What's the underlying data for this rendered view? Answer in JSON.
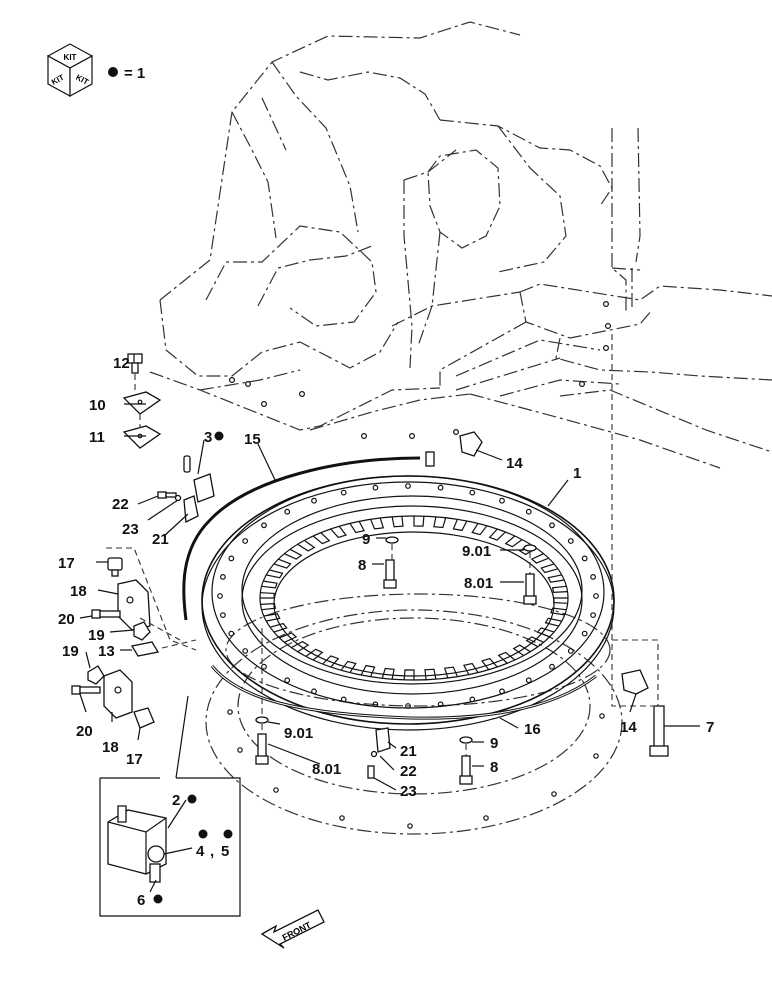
{
  "legend": {
    "kit_top": "KIT",
    "kit_left": "KIT",
    "kit_right": "KIT",
    "eq": "= 1"
  },
  "callouts": {
    "c1": "1",
    "c2": "2",
    "c3": "3",
    "c4": "4",
    "c5": "5",
    "c6": "6",
    "c7": "7",
    "c8a": "8",
    "c8b": "8",
    "c801a": "8.01",
    "c801b": "8.01",
    "c9a": "9",
    "c9b": "9",
    "c901a": "9.01",
    "c901b": "9.01",
    "c10": "10",
    "c11": "11",
    "c12": "12",
    "c13": "13",
    "c14a": "14",
    "c14b": "14",
    "c15": "15",
    "c16": "16",
    "c17a": "17",
    "c17b": "17",
    "c18a": "18",
    "c18b": "18",
    "c19a": "19",
    "c19b": "19",
    "c20a": "20",
    "c20b": "20",
    "c21a": "21",
    "c21b": "21",
    "c22a": "22",
    "c22b": "22",
    "c23a": "23",
    "c23b": "23",
    "comma": ","
  },
  "direction": {
    "front": "FRONT"
  }
}
